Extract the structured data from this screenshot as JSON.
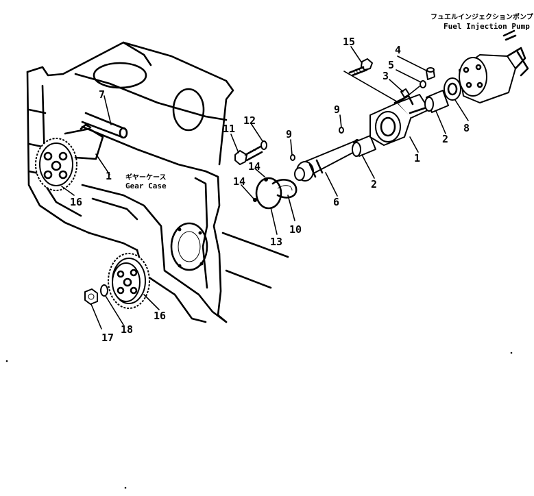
{
  "labels": {
    "gear_case_jp": "ギヤーケース",
    "gear_case_en": "Gear Case",
    "pump_jp": "フュエルインジェクションポンプ",
    "pump_en": "Fuel Injection Pump"
  },
  "callouts": {
    "p1a": "1",
    "p1b": "1",
    "p2a": "2",
    "p2b": "2",
    "p3": "3",
    "p4": "4",
    "p5": "5",
    "p6": "6",
    "p7": "7",
    "p8": "8",
    "p9a": "9",
    "p9b": "9",
    "p10": "10",
    "p11": "11",
    "p12": "12",
    "p13": "13",
    "p14a": "14",
    "p14b": "14",
    "p15": "15",
    "p16a": "16",
    "p16b": "16",
    "p17": "17",
    "p18": "18"
  }
}
